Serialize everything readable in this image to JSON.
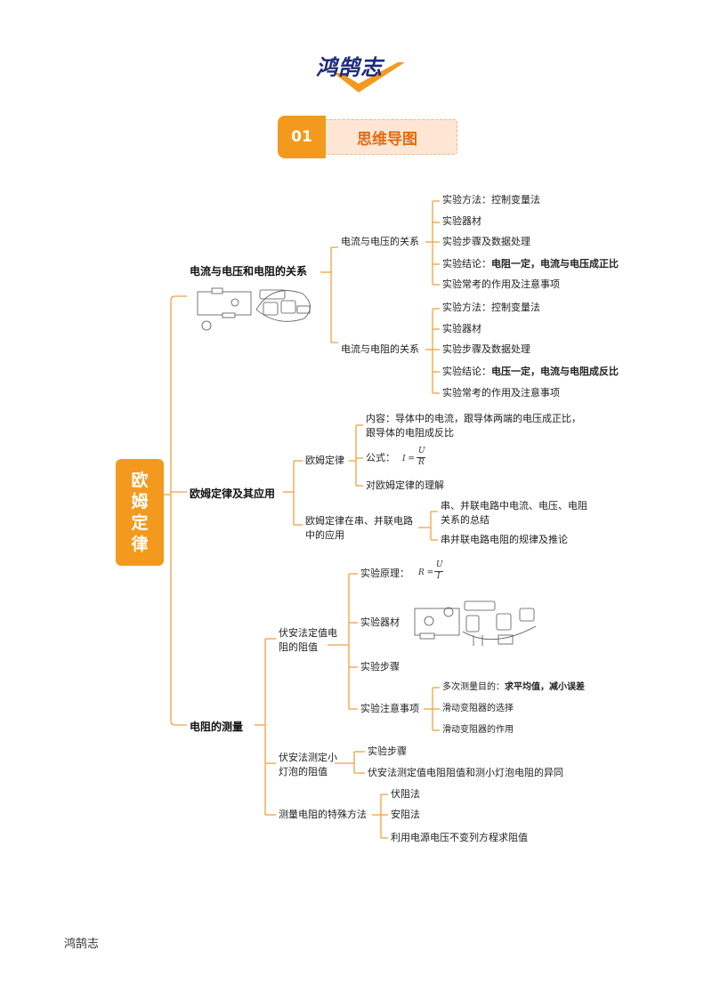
{
  "brand": {
    "logo_text": "鸿鹄志"
  },
  "badge": {
    "number": "01",
    "title": "思维导图"
  },
  "root": {
    "label": "欧姆定律"
  },
  "branch1": {
    "title": "电流与电压和电阻的关系",
    "sub1": {
      "label": "电流与电压的关系",
      "items": [
        "实验方法：控制变量法",
        "实验器材",
        "实验步骤及数据处理",
        "实验结论：",
        "实验常考的作用及注意事项"
      ],
      "conclusion_bold": "电阻一定，电流与电压成正比"
    },
    "sub2": {
      "label": "电流与电阻的关系",
      "items": [
        "实验方法：控制变量法",
        "实验器材",
        "实验步骤及数据处理",
        "实验结论：",
        "实验常考的作用及注意事项"
      ],
      "conclusion_bold": "电压一定，电流与电阻成反比"
    }
  },
  "branch2": {
    "title": "欧姆定律及其应用",
    "sub1": {
      "label": "欧姆定律",
      "content_line1": "内容：导体中的电流，跟导体两端的电压成正比，",
      "content_line2": "跟导体的电阻成反比",
      "formula_label": "公式：",
      "formula": {
        "lhs": "I =",
        "num": "U",
        "den": "R"
      },
      "understanding": "对欧姆定律的理解"
    },
    "sub2": {
      "label_line1": "欧姆定律在串、并联电路",
      "label_line2": "中的应用",
      "item1_line1": "串、并联电路中电流、电压、电阻",
      "item1_line2": "关系的总结",
      "item2": "串并联电路电阻的规律及推论"
    }
  },
  "branch3": {
    "title": "电阻的测量",
    "sub1": {
      "label_line1": "伏安法定值电",
      "label_line2": "阻的阻值",
      "principle_label": "实验原理：",
      "principle_formula": {
        "lhs": "R =",
        "num": "U",
        "den": "I"
      },
      "equipment": "实验器材",
      "steps": "实验步骤",
      "notes_label": "实验注意事项",
      "notes_item1": "多次测量目的：",
      "notes_item1_bold": "求平均值，减小误差",
      "notes_item2": "滑动变阻器的选择",
      "notes_item3": "滑动变阻器的作用"
    },
    "sub2": {
      "label_line1": "伏安法测定小",
      "label_line2": "灯泡的阻值",
      "item1": "实验步骤",
      "item2": "伏安法测定值电阻阻值和测小灯泡电阻的异同"
    },
    "sub3": {
      "label": "测量电阻的特殊方法",
      "items": [
        "伏阻法",
        "安阻法",
        "利用电源电压不变列方程求阻值"
      ]
    }
  },
  "footer": {
    "text": "鸿鹄志"
  },
  "colors": {
    "accent": "#f39a1e",
    "line": "#f0a040",
    "brand": "#1f2a7a"
  }
}
